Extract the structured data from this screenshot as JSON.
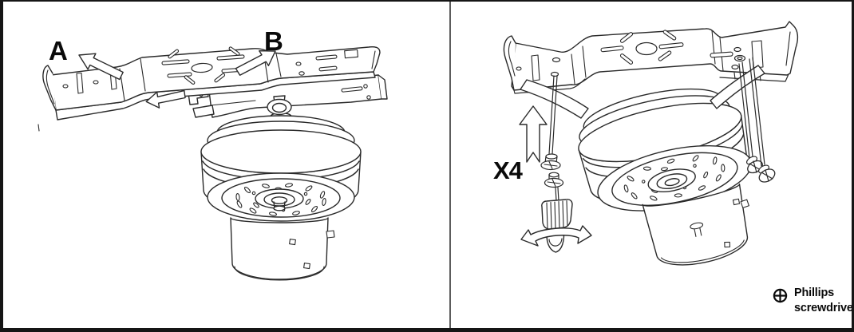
{
  "figure": {
    "type": "instruction-diagram",
    "subject": "Ceiling fan mounting bracket installation steps",
    "background_color": "#ffffff",
    "line_color": "#2a2a2a",
    "text_color": "#0a0a0a"
  },
  "left_panel": {
    "label_a": "A",
    "label_b": "B",
    "icons": [
      "arrow-up-left-icon",
      "arrow-up-right-icon",
      "arrow-left-icon"
    ]
  },
  "right_panel": {
    "quantity_label": "X4",
    "tool": {
      "line1": "Phillips",
      "line2": "screwdriver"
    },
    "icons": [
      "arrow-up-icon",
      "rotation-arrow-icon",
      "phillips-head-icon"
    ]
  }
}
